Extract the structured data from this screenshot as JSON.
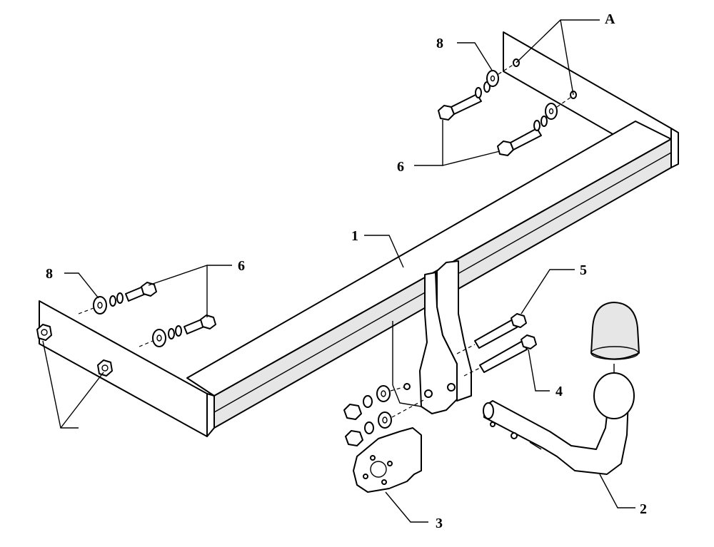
{
  "diagram": {
    "callouts": {
      "A": "A",
      "p8_top": "8",
      "p6_top": "6",
      "p1": "1",
      "p8_left": "8",
      "p6_left": "6",
      "p5": "5",
      "p4": "4",
      "p3": "3",
      "p2": "2"
    }
  }
}
